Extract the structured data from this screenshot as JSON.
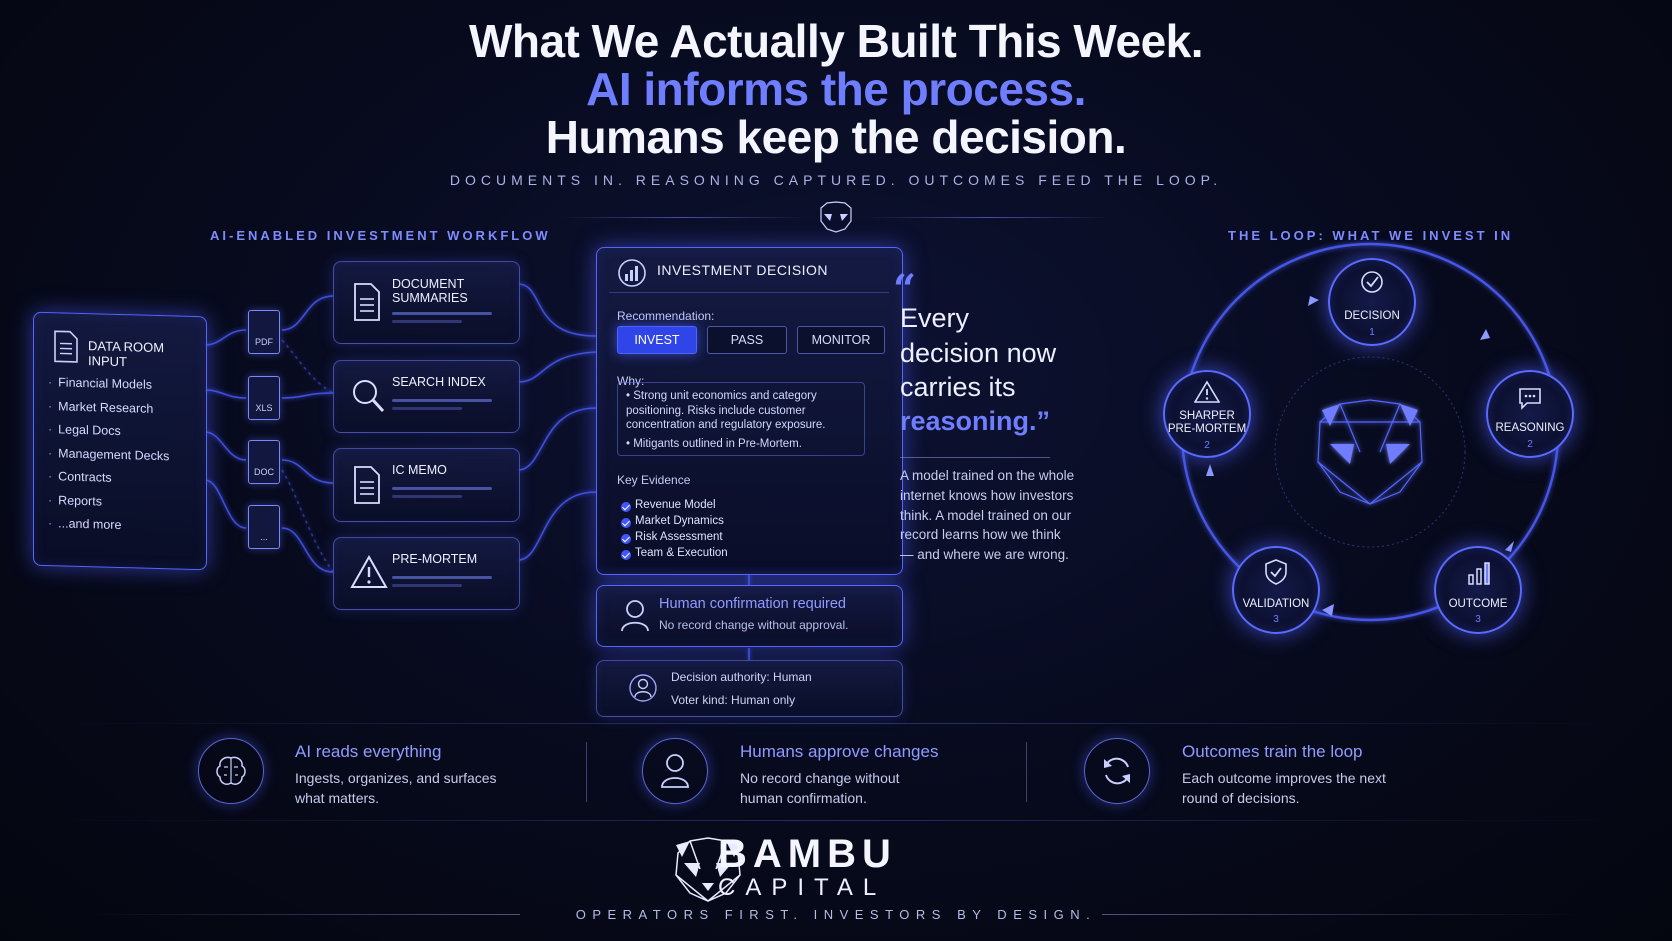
{
  "header": {
    "line1": "What We Actually Built This Week.",
    "line2": "AI informs the process.",
    "line3": "Humans keep the decision.",
    "tagline": "DOCUMENTS IN. REASONING CAPTURED. OUTCOMES FEED THE LOOP."
  },
  "workflow": {
    "title": "AI-ENABLED INVESTMENT WORKFLOW",
    "data_room": {
      "title": "DATA ROOM INPUT",
      "items": [
        "Financial Models",
        "Market Research",
        "Legal Docs",
        "Management Decks",
        "Contracts",
        "Reports",
        "...and more"
      ]
    },
    "file_icons": [
      "PDF",
      "XLS",
      "DOC",
      "..."
    ],
    "modules": [
      {
        "label": "DOCUMENT\nSUMMARIES",
        "icon": "document-icon"
      },
      {
        "label": "SEARCH INDEX",
        "icon": "search-icon"
      },
      {
        "label": "IC MEMO",
        "icon": "memo-icon"
      },
      {
        "label": "PRE-MORTEM",
        "icon": "warning-icon"
      }
    ]
  },
  "decision": {
    "title": "INVESTMENT DECISION",
    "recommendation_label": "Recommendation:",
    "options": [
      "INVEST",
      "PASS",
      "MONITOR"
    ],
    "selected": "INVEST",
    "why_label": "Why:",
    "why_points": [
      "Strong unit economics and category positioning. Risks include customer concentration and regulatory exposure.",
      "Mitigants outlined in Pre-Mortem."
    ],
    "evidence_label": "Key Evidence",
    "evidence": [
      "Revenue Model",
      "Market Dynamics",
      "Risk Assessment",
      "Team & Execution"
    ],
    "human_confirmation": {
      "title": "Human confirmation required",
      "subtitle": "No record change without approval."
    },
    "authority": {
      "line1": "Decision authority: Human",
      "line2": "Voter kind: Human only"
    }
  },
  "quote": {
    "lines": [
      "Every",
      "decision now",
      "carries its",
      "reasoning.”"
    ],
    "paragraph": "A model trained on the whole internet knows how investors think. A model trained on our record learns how we think — and where we are wrong."
  },
  "loop": {
    "title": "THE LOOP: WHAT WE INVEST IN",
    "nodes": [
      {
        "label": "DECISION",
        "num": "1",
        "icon": "target-check-icon"
      },
      {
        "label": "REASONING",
        "num": "2",
        "icon": "chat-icon"
      },
      {
        "label": "OUTCOME",
        "num": "3",
        "icon": "bar-chart-icon"
      },
      {
        "label": "VALIDATION",
        "num": "3",
        "icon": "shield-check-icon"
      },
      {
        "label": "SHARPER\nPRE-MORTEM",
        "num": "2",
        "icon": "warning-icon"
      }
    ]
  },
  "features": [
    {
      "title": "AI reads everything",
      "text": "Ingests, organizes, and surfaces\nwhat matters.",
      "icon": "brain-icon"
    },
    {
      "title": "Humans approve changes",
      "text": "No record change without\nhuman confirmation.",
      "icon": "person-icon"
    },
    {
      "title": "Outcomes train the loop",
      "text": "Each outcome improves the next\nround of decisions.",
      "icon": "refresh-icon"
    }
  ],
  "brand": {
    "name": "BAMBU",
    "sub": "CAPITAL",
    "motto": "OPERATORS FIRST. INVESTORS BY DESIGN."
  },
  "colors": {
    "accent": "#6f7dff",
    "button_active": "#2f45e8",
    "background": "#070a1c"
  }
}
